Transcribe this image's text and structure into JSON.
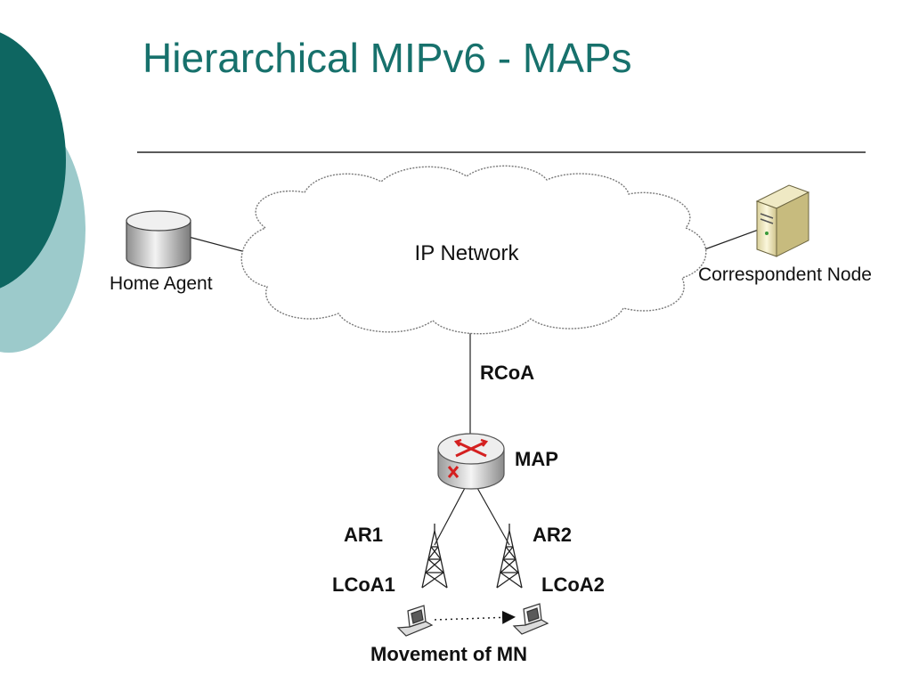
{
  "slide": {
    "title": "Hierarchical MIPv6 - MAPs",
    "colors": {
      "accent_dark": "#0e6661",
      "accent_light": "#9ccacb",
      "title": "#17716c"
    }
  },
  "diagram": {
    "cloud_label": "IP Network",
    "home_agent": {
      "label": "Home Agent",
      "icon": "database-cylinder-icon"
    },
    "correspondent_node": {
      "label": "Correspondent Node",
      "icon": "server-tower-icon"
    },
    "rcoa_label": "RCoA",
    "map": {
      "label": "MAP",
      "icon": "router-icon"
    },
    "ar1": {
      "label": "AR1",
      "lcoa": "LCoA1",
      "icon": "antenna-tower-icon"
    },
    "ar2": {
      "label": "AR2",
      "lcoa": "LCoA2",
      "icon": "antenna-tower-icon"
    },
    "movement_label": "Movement of MN"
  }
}
